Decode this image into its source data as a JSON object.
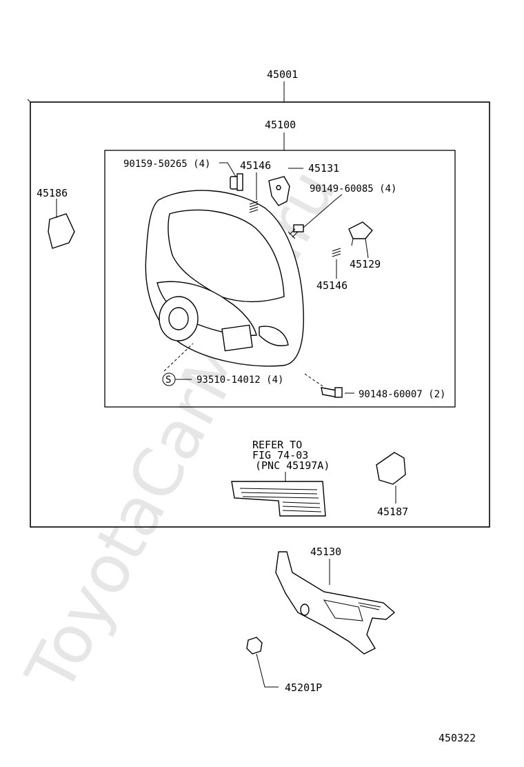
{
  "watermark": "ToyotaCarMine.ru",
  "diagram_id": "450322",
  "labels": {
    "assy": "45001",
    "wheel": "45100",
    "bolt_top": "90159-50265 (4)",
    "spring_a": "45146",
    "bracket_a": "45131",
    "screw": "90149-60085 (4)",
    "clip_left": "45186",
    "bracket_b": "45129",
    "spring_b": "45146",
    "screw_s": "93510-14012 (4)",
    "s_mark": "S",
    "bolt_bottom": "90148-60007 (2)",
    "refer_line1": "REFER TO",
    "refer_line2": "FIG 74-03",
    "refer_line3": "(PNC 45197A)",
    "cover_right": "45187",
    "column_cover": "45130",
    "nut": "45201P"
  }
}
